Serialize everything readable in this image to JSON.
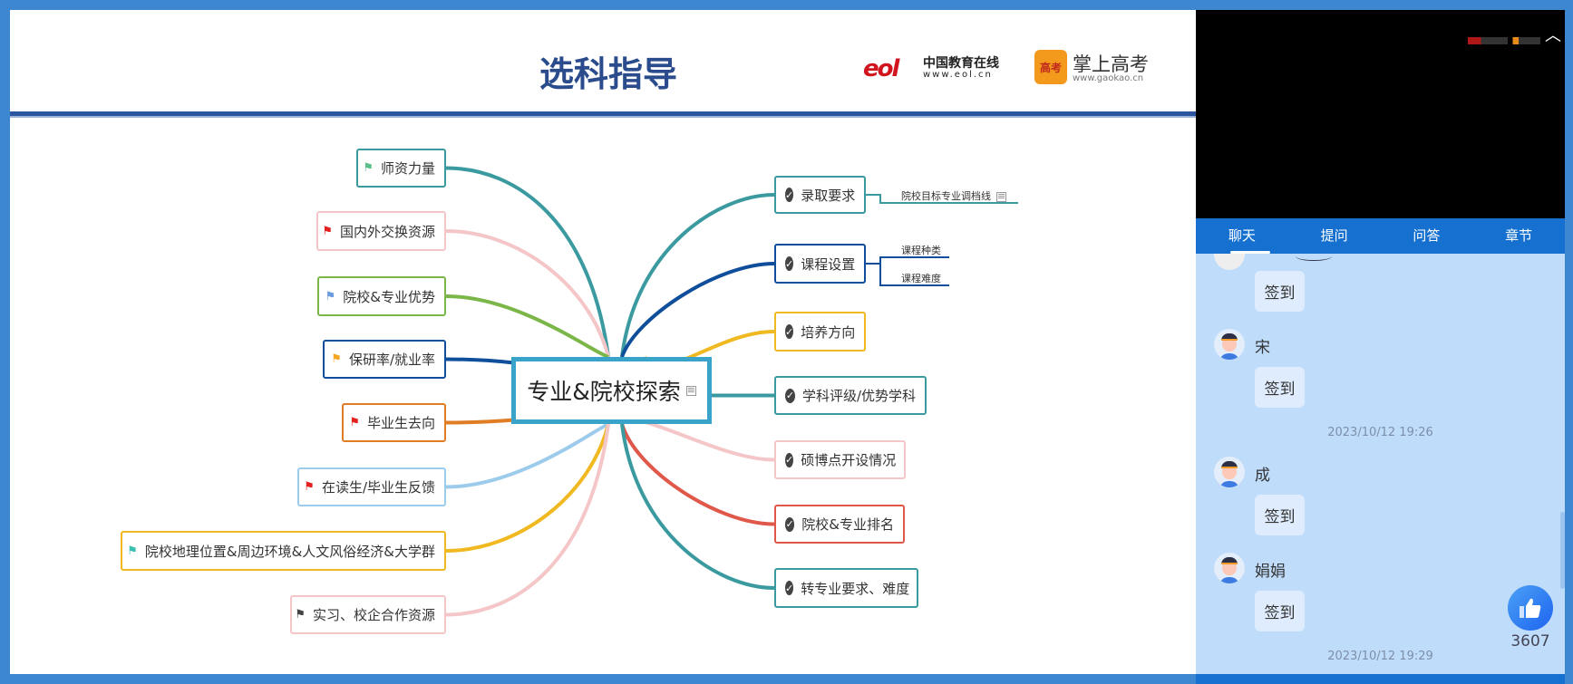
{
  "slide": {
    "title": "选科指导",
    "logos": {
      "eol_name": "中国教育在线",
      "eol_url": "www.eol.cn",
      "gaokao_name": "掌上高考",
      "gaokao_url": "www.gaokao.cn",
      "gaokao_badge": "高考"
    },
    "center": "专业&院校探索",
    "left_nodes": [
      {
        "label": "师资力量",
        "color": "#3a9aa0",
        "flag": "#5bbf8a"
      },
      {
        "label": "国内外交换资源",
        "color": "#f4c6c8",
        "flag": "#e52020"
      },
      {
        "label": "院校&专业优势",
        "color": "#7ab648",
        "flag": "#6a9be0"
      },
      {
        "label": "保研率/就业率",
        "color": "#0e4e9a",
        "flag": "#f5a623"
      },
      {
        "label": "毕业生去向",
        "color": "#e07c24",
        "flag": "#e52020"
      },
      {
        "label": "在读生/毕业生反馈",
        "color": "#9ccbec",
        "flag": "#e52020"
      },
      {
        "label": "院校地理位置&周边环境&人文风俗经济&大学群",
        "color": "#f0b921",
        "flag": "#3bbfb0"
      },
      {
        "label": "实习、校企合作资源",
        "color": "#f4c6c8",
        "flag": "#444444"
      }
    ],
    "right_nodes": [
      {
        "label": "录取要求",
        "color": "#3a9aa0"
      },
      {
        "label": "课程设置",
        "color": "#0e4e9a"
      },
      {
        "label": "培养方向",
        "color": "#f0b921"
      },
      {
        "label": "学科评级/优势学科",
        "color": "#3a9aa0"
      },
      {
        "label": "硕博点开设情况",
        "color": "#f4c6c8"
      },
      {
        "label": "院校&专业排名",
        "color": "#e0584a"
      },
      {
        "label": "转专业要求、难度",
        "color": "#3a9aa0"
      }
    ],
    "subnodes": {
      "admission": "院校目标专业调档线",
      "course_type": "课程种类",
      "course_difficulty": "课程难度"
    }
  },
  "panel": {
    "tabs": [
      "聊天",
      "提问",
      "问答",
      "章节"
    ],
    "messages": [
      {
        "name": "宋",
        "text": "签到"
      },
      {
        "name": "成",
        "text": "签到"
      },
      {
        "name": "娟娟",
        "text": "签到"
      }
    ],
    "first_bubble": "签到",
    "timestamps": [
      "2023/10/12 19:26",
      "2023/10/12 19:29"
    ],
    "likes": "3607"
  }
}
